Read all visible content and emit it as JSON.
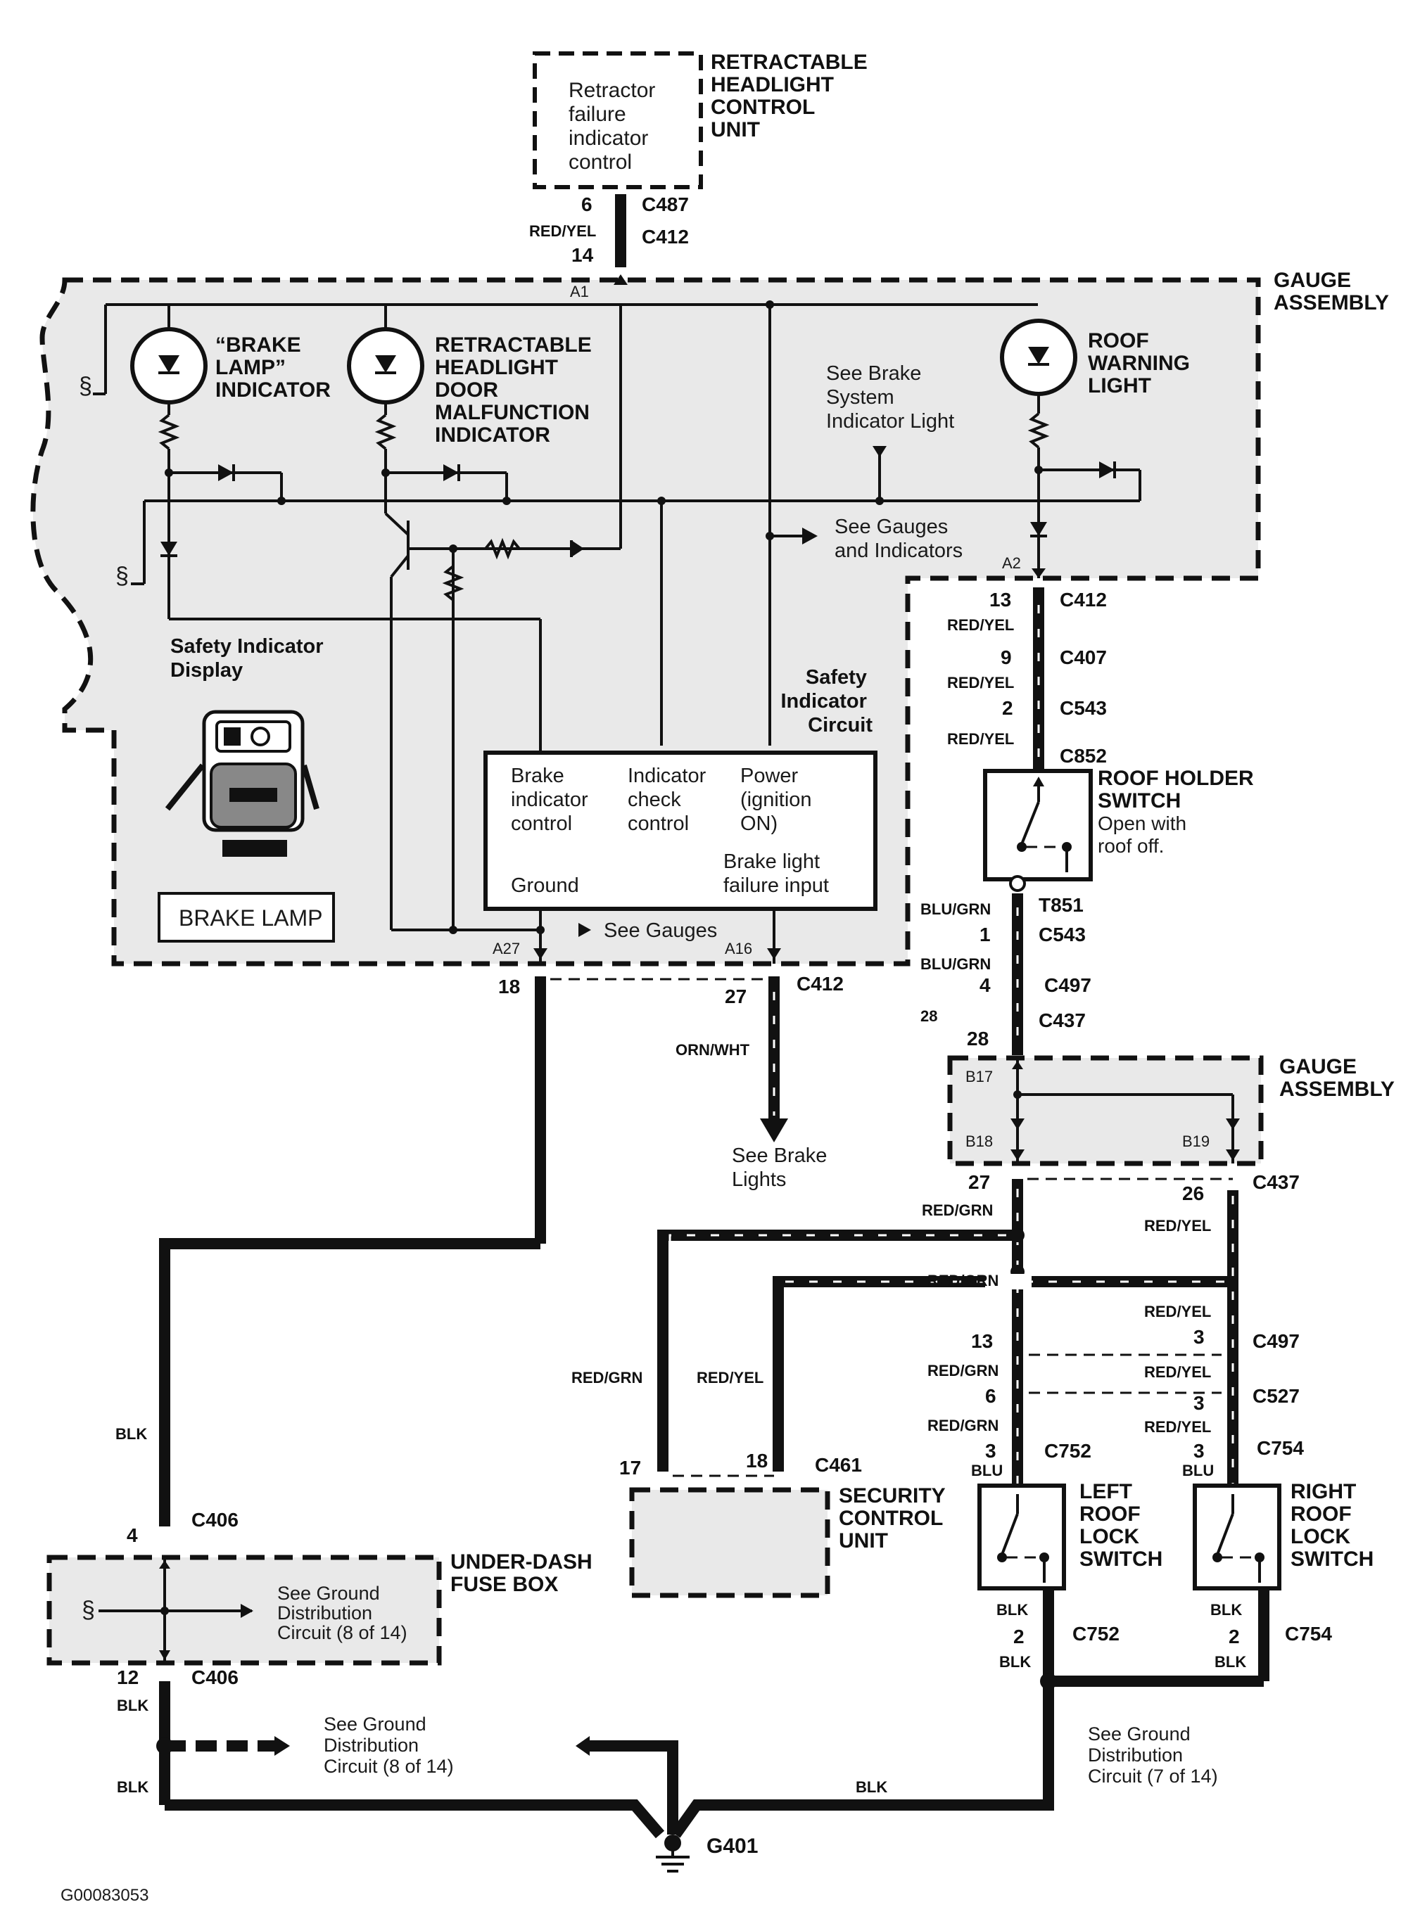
{
  "retractable_unit": {
    "title": [
      "RETRACTABLE",
      "HEADLIGHT",
      "CONTROL",
      "UNIT"
    ],
    "body": [
      "Retractor",
      "failure",
      "indicator",
      "control"
    ]
  },
  "gauge_assembly_title": [
    "GAUGE",
    "ASSEMBLY"
  ],
  "gauge_assembly_2_title": [
    "GAUGE",
    "ASSEMBLY"
  ],
  "brake_lamp_indicator": [
    "“BRAKE",
    "LAMP”",
    "INDICATOR"
  ],
  "headlight_door_indicator": [
    "RETRACTABLE",
    "HEADLIGHT",
    "DOOR",
    "MALFUNCTION",
    "INDICATOR"
  ],
  "roof_warning_light": [
    "ROOF",
    "WARNING",
    "LIGHT"
  ],
  "see_brake_system": [
    "See Brake",
    "System",
    "Indicator Light"
  ],
  "see_gauges_indicators": [
    "See Gauges",
    "and Indicators"
  ],
  "safety_display": [
    "Safety Indicator",
    "Display"
  ],
  "safety_circuit": [
    "Safety",
    "Indicator",
    "Circuit"
  ],
  "brake_lamp_box": "BRAKE LAMP",
  "circuit_box": {
    "col1": [
      "Brake",
      "indicator",
      "control"
    ],
    "col2": [
      "Indicator",
      "check",
      "control"
    ],
    "col3": [
      "Power",
      "(ignition",
      "ON)"
    ],
    "ground": "Ground",
    "brake_light": [
      "Brake light",
      "failure input"
    ]
  },
  "see_gauges": "See Gauges",
  "see_brake_lights": [
    "See Brake",
    "Lights"
  ],
  "roof_holder_switch": {
    "title": [
      "ROOF HOLDER",
      "SWITCH"
    ],
    "note": [
      "Open with",
      "roof off."
    ]
  },
  "security_unit": [
    "SECURITY",
    "CONTROL",
    "UNIT"
  ],
  "left_switch": [
    "LEFT",
    "ROOF",
    "LOCK",
    "SWITCH"
  ],
  "right_switch": [
    "RIGHT",
    "ROOF",
    "LOCK",
    "SWITCH"
  ],
  "fuse_box": {
    "title": [
      "UNDER-DASH",
      "FUSE BOX"
    ],
    "note": [
      "See Ground",
      "Distribution",
      "Circuit (8 of 14)"
    ]
  },
  "ground_note_left": [
    "See Ground",
    "Distribution",
    "Circuit (8 of 14)"
  ],
  "ground_note_right": [
    "See Ground",
    "Distribution",
    "Circuit (7 of 14)"
  ],
  "ground": "G401",
  "figure_id": "G00083053",
  "pins": {
    "A1": "A1",
    "A2": "A2",
    "A27": "A27",
    "A16": "A16",
    "B17": "B17",
    "B18": "B18",
    "B19": "B19"
  },
  "connectors": {
    "c487": {
      "pin": "6",
      "id": "C487"
    },
    "c412_top": {
      "pin": "14",
      "id": "C412",
      "wire": "RED/YEL"
    },
    "c412_right": {
      "pin": "13",
      "id": "C412",
      "wire": "RED/YEL"
    },
    "c407": {
      "pin": "9",
      "id": "C407",
      "wire": "RED/YEL"
    },
    "c543_a": {
      "pin": "2",
      "id": "C543",
      "wire": "RED/YEL"
    },
    "c852": {
      "id": "C852"
    },
    "t851": {
      "id": "T851",
      "wire": "BLU/GRN"
    },
    "c543_b": {
      "pin": "1",
      "id": "C543",
      "wire": "BLU/GRN"
    },
    "c497_a": {
      "pin": "4",
      "id": "C497",
      "wire": "BLU/GRN"
    },
    "c437_a": {
      "pin": "28",
      "id": "C437"
    },
    "c437_b": {
      "pin_l": "27",
      "pin_r": "26",
      "id": "C437",
      "wire_l": "RED/GRN",
      "wire_r": "RED/YEL"
    },
    "c412_bottom": {
      "pin_l": "18",
      "pin_r": "27",
      "id": "C412",
      "wire": "ORN/WHT"
    },
    "c461": {
      "pin_l": "17",
      "pin_r": "18",
      "id": "C461",
      "wire_l": "RED/GRN",
      "wire_r": "RED/YEL"
    },
    "c497_b": {
      "pin_l": "13",
      "pin_r": "3",
      "id": "C497",
      "wire_l": "RED/GRN",
      "wire_r": "RED/YEL"
    },
    "c527": {
      "pin_l": "6",
      "pin_r": "3",
      "id": "C527",
      "wire_l": "RED/GRN",
      "wire_r": "RED/YEL"
    },
    "c752_top": {
      "pin": "3",
      "id": "C752",
      "wire": "BLU"
    },
    "c754_top": {
      "pin": "3",
      "id": "C754",
      "wire": "BLU"
    },
    "c752_bot": {
      "pin": "2",
      "id": "C752",
      "wire": "BLK"
    },
    "c754_bot": {
      "pin": "2",
      "id": "C754",
      "wire": "BLK"
    },
    "c406_top": {
      "pin": "4",
      "id": "C406"
    },
    "c406_bot": {
      "pin": "12",
      "id": "C406"
    }
  },
  "wires": {
    "blk": "BLK",
    "red_grn": "RED/GRN",
    "red_yel": "RED/YEL"
  }
}
